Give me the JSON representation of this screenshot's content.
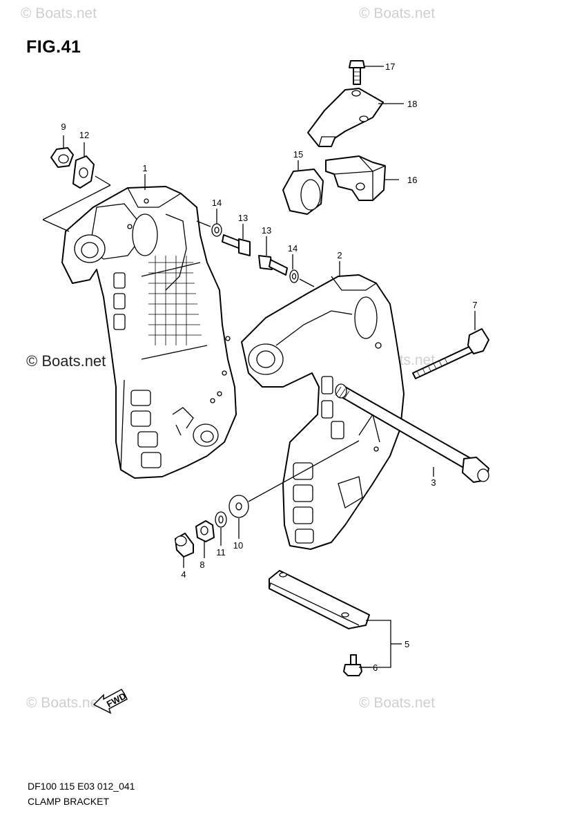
{
  "figure": {
    "title": "FIG.41"
  },
  "watermarks": [
    {
      "text": "© Boats.net"
    },
    {
      "text": "© Boats.net"
    },
    {
      "text": "© Boats.net"
    },
    {
      "text": "© Boats.net"
    },
    {
      "text": "© Boats.net"
    },
    {
      "text": "© Boats.net"
    }
  ],
  "callouts": {
    "c1": "1",
    "c2": "2",
    "c3": "3",
    "c4": "4",
    "c5": "5",
    "c6": "6",
    "c7": "7",
    "c8": "8",
    "c9": "9",
    "c10": "10",
    "c11": "11",
    "c12": "12",
    "c13a": "13",
    "c13b": "13",
    "c14a": "14",
    "c14b": "14",
    "c15": "15",
    "c16": "16",
    "c17": "17",
    "c18": "18"
  },
  "fwd_label": "FWD",
  "footer": {
    "code": "DF100 115 E03 012_041",
    "name": "CLAMP BRACKET"
  }
}
